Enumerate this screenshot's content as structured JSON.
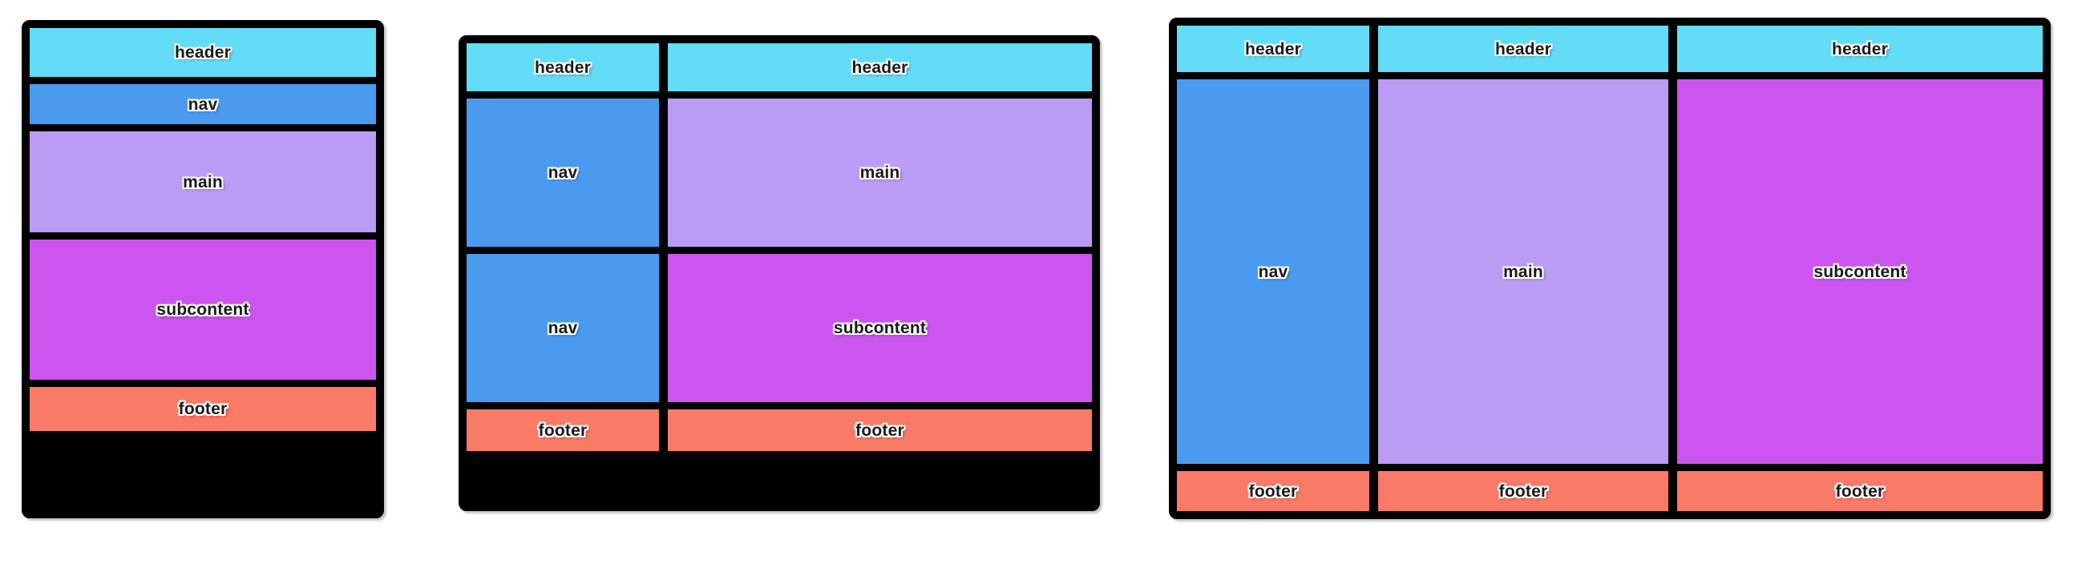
{
  "diagram": {
    "type": "responsive-layout-wireframes",
    "background_color": "#ffffff",
    "border_color": "#000000",
    "region_colors": {
      "header": "#63dcf7",
      "nav": "#4a9bf0",
      "main": "#bb9cf5",
      "subcontent": "#cc55f0",
      "footer": "#fa7a68"
    },
    "labels": {
      "header": "header",
      "nav": "nav",
      "main": "main",
      "subcontent": "subcontent",
      "footer": "footer"
    },
    "layouts": [
      {
        "name": "single-column",
        "columns": 1,
        "regions": [
          "header",
          "nav",
          "main",
          "subcontent",
          "footer"
        ]
      },
      {
        "name": "two-column",
        "columns": 2,
        "left_column": [
          "header",
          "nav",
          "nav",
          "footer"
        ],
        "right_column": [
          "header",
          "main",
          "subcontent",
          "footer"
        ]
      },
      {
        "name": "three-column",
        "columns": 3,
        "column_one": [
          "header",
          "nav",
          "footer"
        ],
        "column_two": [
          "header",
          "main",
          "footer"
        ],
        "column_three": [
          "header",
          "subcontent",
          "footer"
        ]
      }
    ]
  }
}
